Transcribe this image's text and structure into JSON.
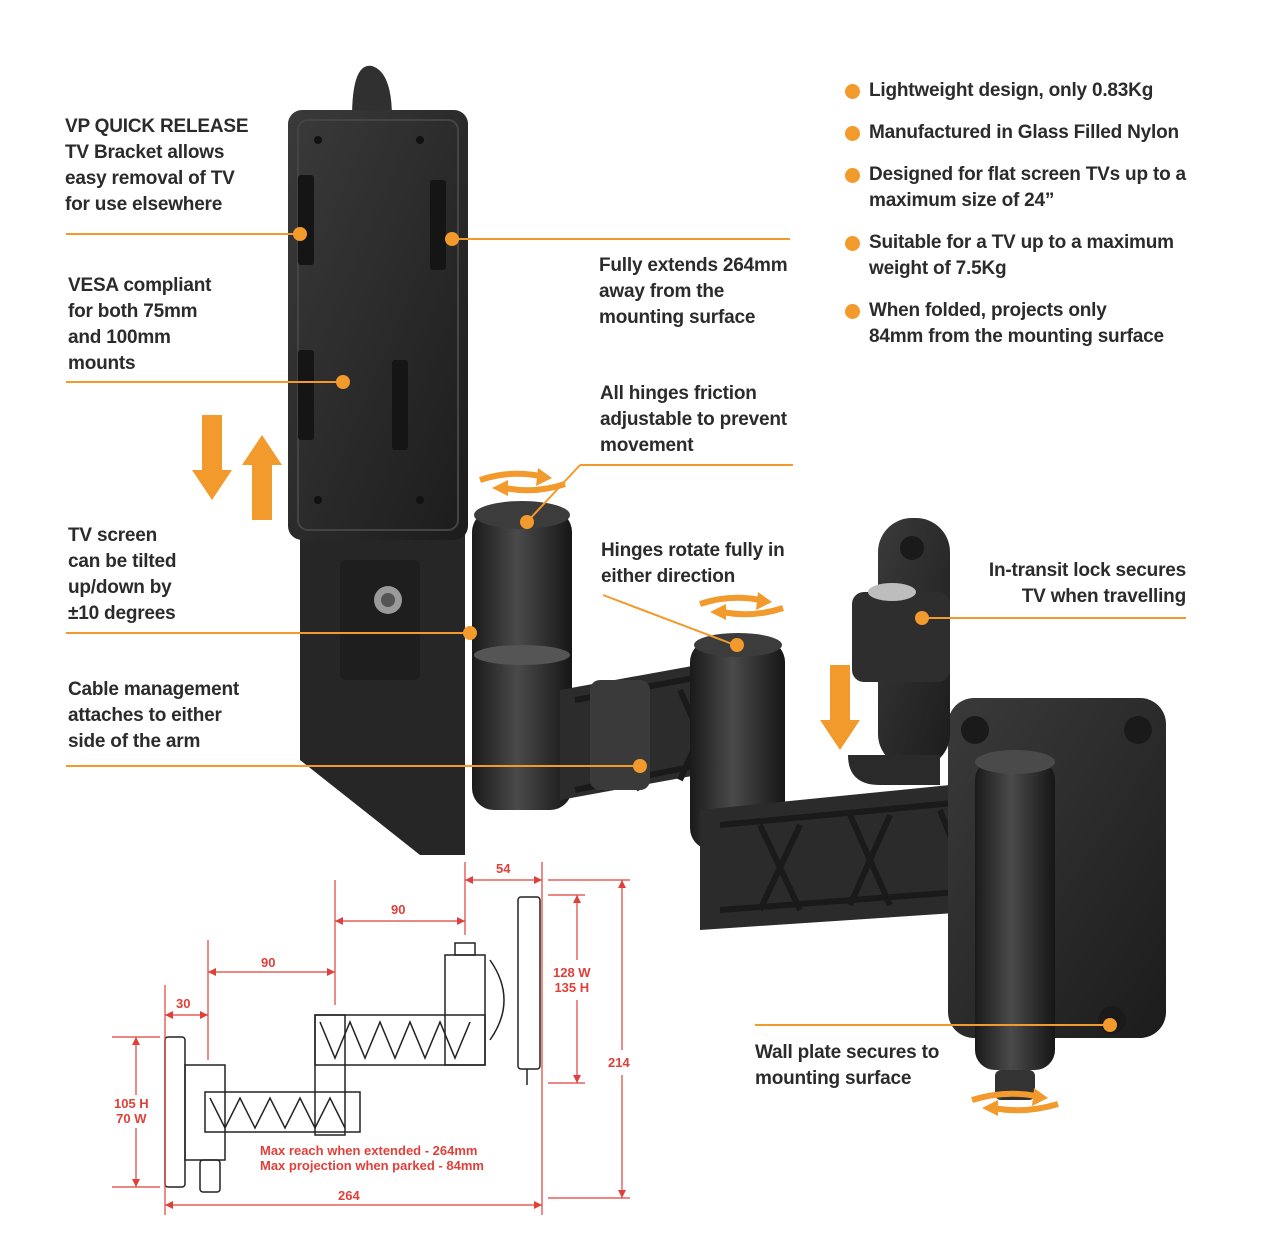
{
  "callouts": {
    "quick_release": [
      "VP QUICK RELEASE",
      "TV Bracket allows",
      "easy removal of TV",
      "for use elsewhere"
    ],
    "vesa": [
      "VESA compliant",
      "for both 75mm",
      "and 100mm",
      "mounts"
    ],
    "tilt": [
      "TV screen",
      "can be tilted",
      "up/down by",
      "±10 degrees"
    ],
    "cable": [
      "Cable management",
      "attaches to either",
      "side of the arm"
    ],
    "extends": [
      "Fully extends 264mm",
      "away from the",
      "mounting surface"
    ],
    "friction": [
      "All hinges friction",
      "adjustable to prevent",
      "movement"
    ],
    "rotate": [
      "Hinges rotate fully in",
      "either direction"
    ],
    "lock": [
      "In-transit lock secures",
      "TV when travelling"
    ],
    "wall_plate": [
      "Wall plate secures to",
      "mounting surface"
    ]
  },
  "features": [
    [
      "Lightweight design, only 0.83Kg"
    ],
    [
      "Manufactured in Glass Filled Nylon"
    ],
    [
      "Designed for flat screen TVs up to a",
      "maximum size of 24”"
    ],
    [
      "Suitable for a TV up to a maximum",
      "weight of 7.5Kg"
    ],
    [
      "When folded, projects only",
      "84mm from the mounting surface"
    ]
  ],
  "dimensions": {
    "d54": "54",
    "d90_upper": "90",
    "d90_lower": "90",
    "d30": "30",
    "d128": [
      "128 W",
      "135 H"
    ],
    "d214": "214",
    "d105": [
      "105 H",
      "70 W"
    ],
    "d264": "264"
  },
  "notes": [
    "Max reach when extended - 264mm",
    "Max projection when parked - 84mm"
  ],
  "colors": {
    "accent": "#f39a2d",
    "dimension": "#e0403a",
    "text": "#2b2b2b",
    "product": "#2a2a2a"
  }
}
